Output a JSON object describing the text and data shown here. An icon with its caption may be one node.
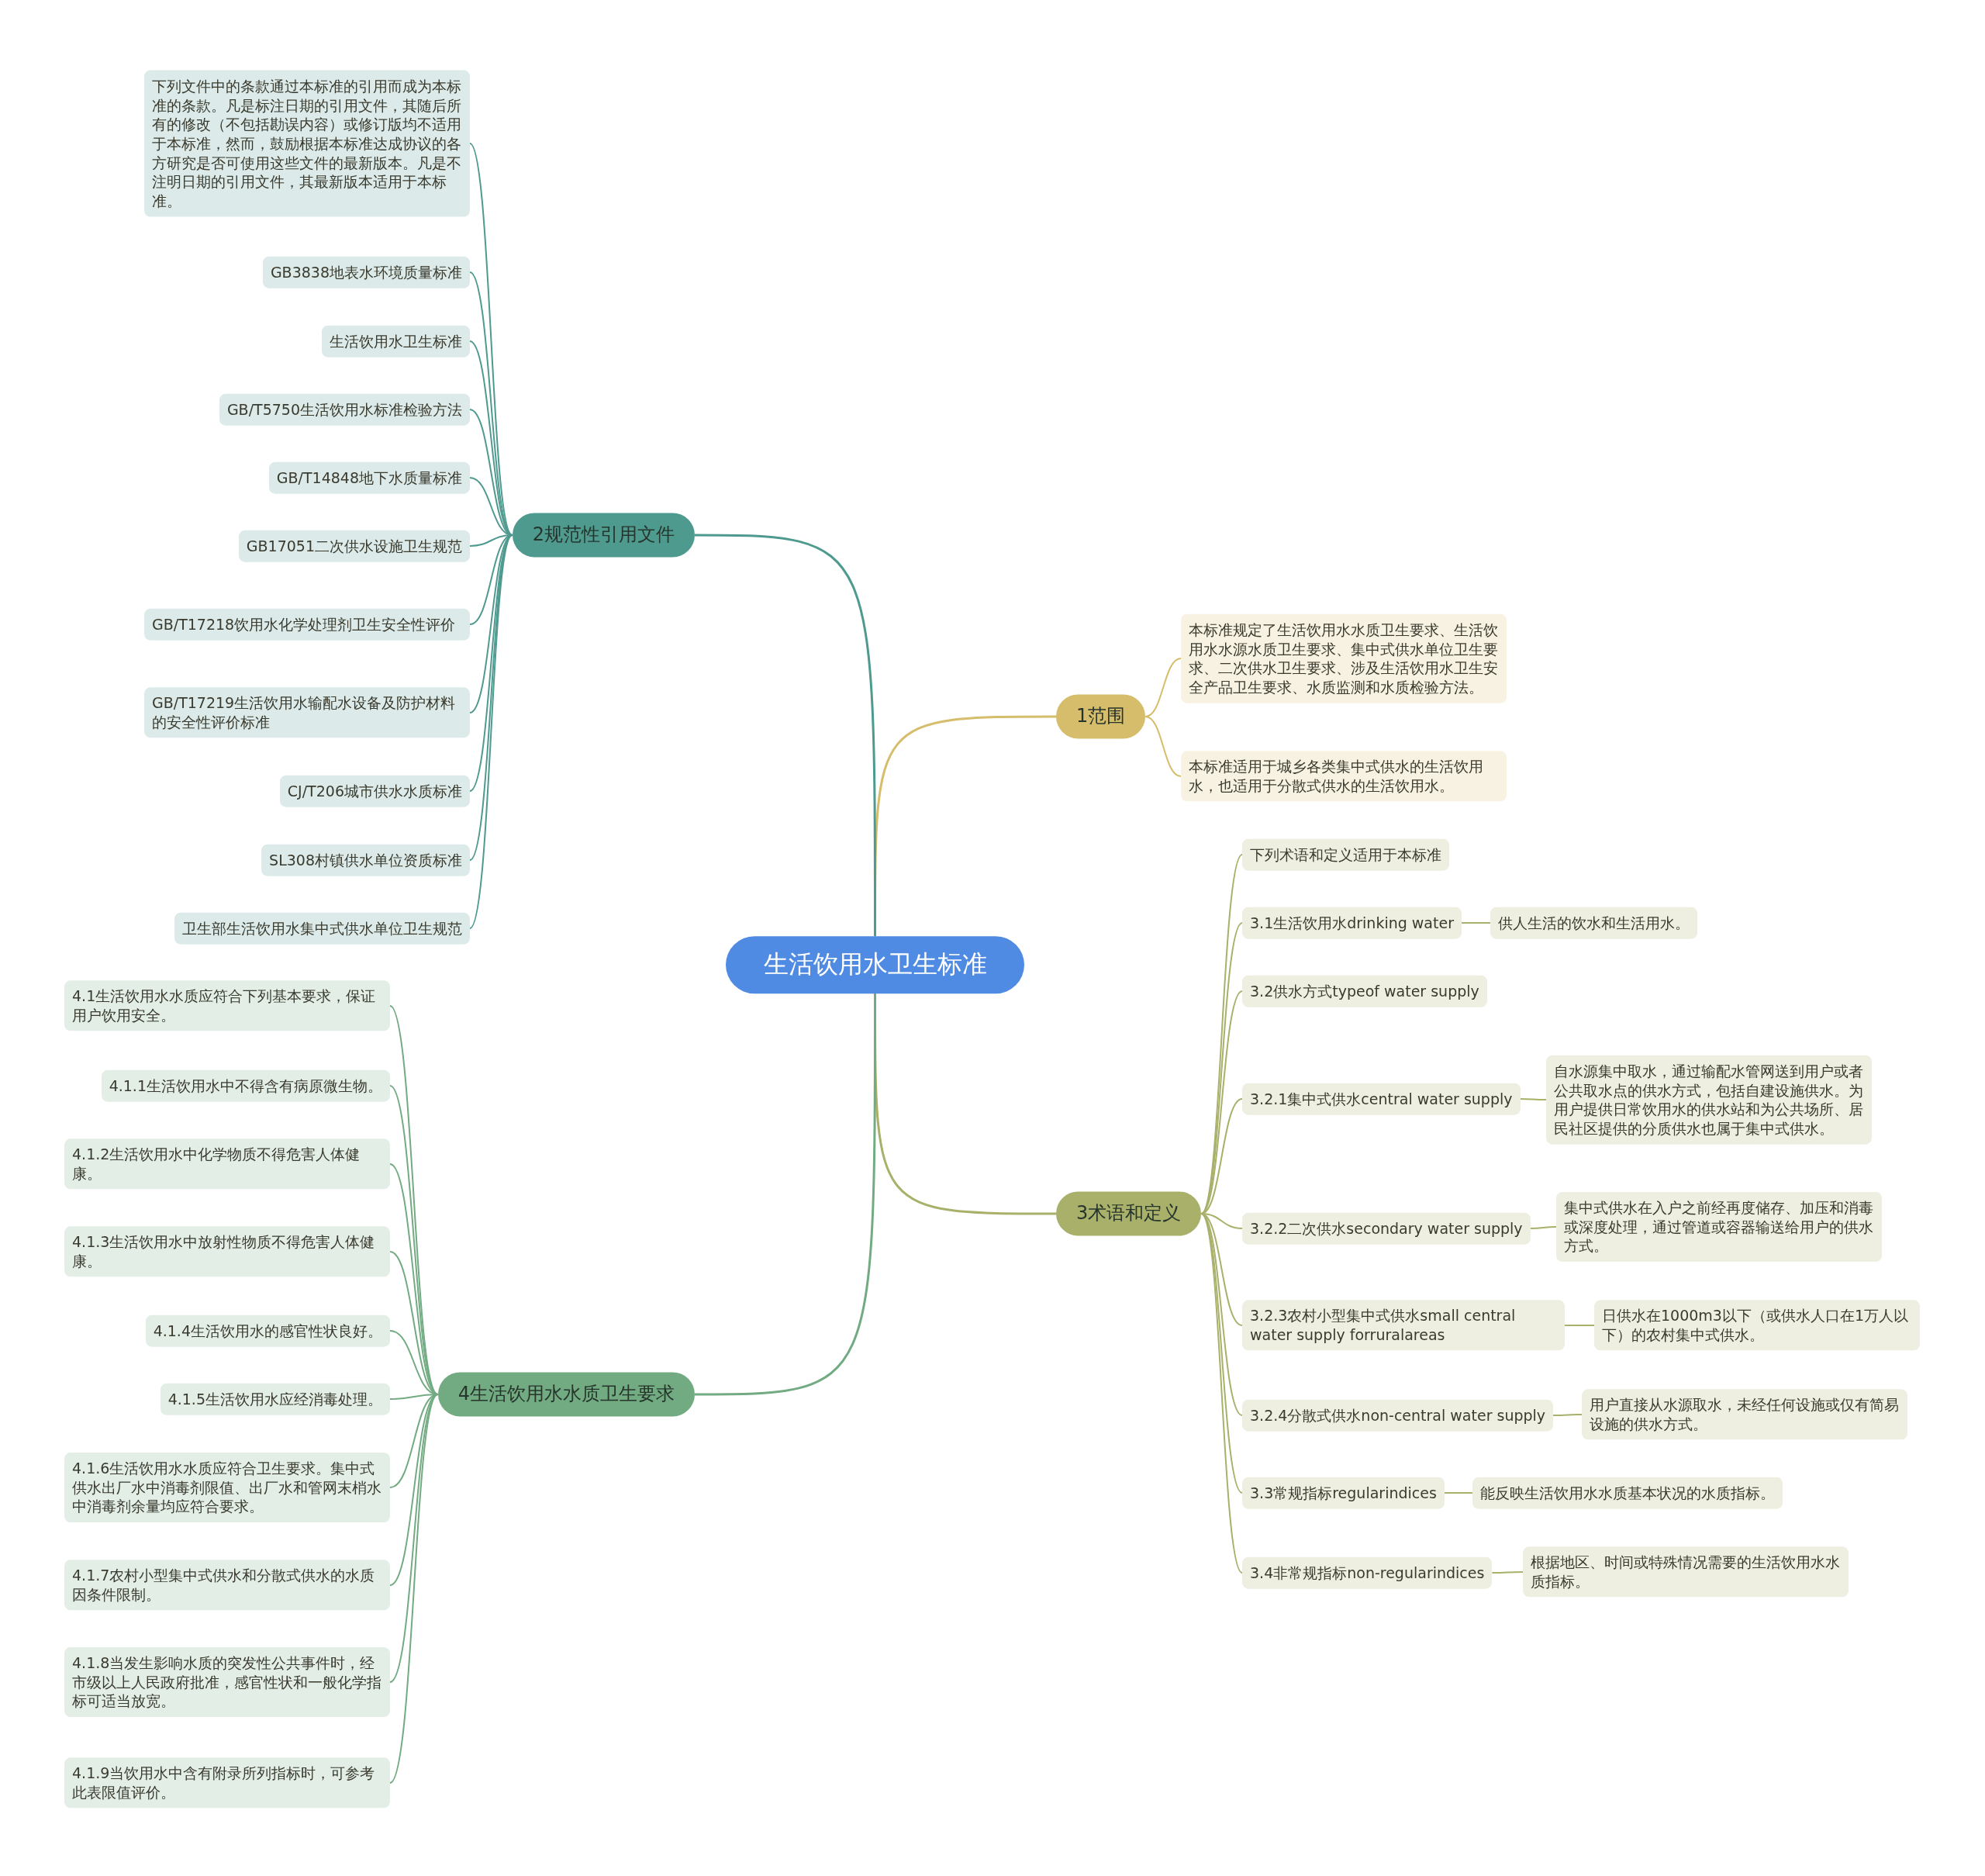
{
  "diagram": {
    "nodes": [
      {
        "text": [
          "生活饮用水卫生标准"
        ]
      },
      {
        "text": [
          "1范围"
        ]
      },
      {
        "text": [
          "本标准规定了生活饮用水水质卫生要求、生活饮用水水源水质卫生要求、集中式供水单位卫生要求、二次供水卫生要求、涉及生活饮用水卫生安全产品卫生要求、水质监测和水质检验方法。"
        ]
      },
      {
        "text": [
          "本标准适用于城乡各类集中式供水的生活饮用水，也适用于分散式供水的生活饮用水。"
        ]
      },
      {
        "text": [
          "2规范性引用文件"
        ]
      },
      {
        "text": [
          "下列文件中的条款通过本标准的引用而成为本标准的条款。凡是标注日期的引用文件，其随后所有的修改（不包括勘误内容）或修订版均不适用于本标准，然而，鼓励根据本标准达成协议的各方研究是否可使用这些文件的最新版本。凡是不注明日期的引用文件，其最新版本适用于本标准。"
        ]
      },
      {
        "text": [
          "GB3838地表水环境质量标准"
        ]
      },
      {
        "text": [
          "生活饮用水卫生标准"
        ]
      },
      {
        "text": [
          "GB/T5750生活饮用水标准检验方法"
        ]
      },
      {
        "text": [
          "GB/T14848地下水质量标准"
        ]
      },
      {
        "text": [
          "GB17051二次供水设施卫生规范"
        ]
      },
      {
        "text": [
          "GB/T17218饮用水化学处理剂卫生安全性评价"
        ]
      },
      {
        "text": [
          "GB/T17219生活饮用水输配水设备及防护材料的安全性评价标准"
        ]
      },
      {
        "text": [
          "CJ/T206城市供水水质标准"
        ]
      },
      {
        "text": [
          "SL308村镇供水单位资质标准"
        ]
      },
      {
        "text": [
          "卫生部生活饮用水集中式供水单位卫生规范"
        ]
      },
      {
        "text": [
          "3术语和定义"
        ]
      },
      {
        "text": [
          "下列术语和定义适用于本标准"
        ]
      },
      {
        "text": [
          "3.1生活饮用水drinking water"
        ]
      },
      {
        "text": [
          "供人生活的饮水和生活用水。"
        ]
      },
      {
        "text": [
          "3.2供水方式typeof water supply"
        ]
      },
      {
        "text": [
          "3.2.1集中式供水central water supply"
        ]
      },
      {
        "text": [
          "自水源集中取水，通过输配水管网送到用户或者公共取水点的供水方式，包括自建设施供水。为用户提供日常饮用水的供水站和为公共场所、居民社区提供的分质供水也属于集中式供水。"
        ]
      },
      {
        "text": [
          "3.2.2二次供水secondary water supply"
        ]
      },
      {
        "text": [
          "集中式供水在入户之前经再度储存、加压和消毒或深度处理，通过管道或容器输送给用户的供水方式。"
        ]
      },
      {
        "text": [
          "3.2.3农村小型集中式供水small central water supply forruralareas"
        ]
      },
      {
        "text": [
          "日供水在1000m3以下（或供水人口在1万人以下）的农村集中式供水。"
        ]
      },
      {
        "text": [
          "3.2.4分散式供水non-central water supply"
        ]
      },
      {
        "text": [
          "用户直接从水源取水，未经任何设施或仅有简易设施的供水方式。"
        ]
      },
      {
        "text": [
          "3.3常规指标regularindices"
        ]
      },
      {
        "text": [
          "能反映生活饮用水水质基本状况的水质指标。"
        ]
      },
      {
        "text": [
          "3.4非常规指标non-regularindices"
        ]
      },
      {
        "text": [
          "根据地区、时间或特殊情况需要的生活饮用水水质指标。"
        ]
      },
      {
        "text": [
          "4生活饮用水水质卫生要求"
        ]
      },
      {
        "text": [
          "4.1生活饮用水水质应符合下列基本要求，保证用户饮用安全。"
        ]
      },
      {
        "text": [
          "4.1.1生活饮用水中不得含有病原微生物。"
        ]
      },
      {
        "text": [
          "4.1.2生活饮用水中化学物质不得危害人体健康。"
        ]
      },
      {
        "text": [
          "4.1.3生活饮用水中放射性物质不得危害人体健康。"
        ]
      },
      {
        "text": [
          "4.1.4生活饮用水的感官性状良好。"
        ]
      },
      {
        "text": [
          "4.1.5生活饮用水应经消毒处理。"
        ]
      },
      {
        "text": [
          "4.1.6生活饮用水水质应符合卫生要求。集中式供水出厂水中消毒剂限值、出厂水和管网末梢水中消毒剂余量均应符合要求。"
        ]
      },
      {
        "text": [
          "4.1.7农村小型集中式供水和分散式供水的水质因条件限制。"
        ]
      },
      {
        "text": [
          "4.1.8当发生影响水质的突发性公共事件时，经市级以上人民政府批准，感官性状和一般化学指标可适当放宽。"
        ]
      },
      {
        "text": [
          "4.1.9当饮用水中含有附录所列指标时，可参考此表限值评价。"
        ]
      }
    ],
    "edges": [
      {
        "from": 0,
        "to": 1,
        "arrow": "none",
        "color": "#d6bd6b"
      },
      {
        "from": 1,
        "to": 2,
        "arrow": "none",
        "color": "#d6bd6b"
      },
      {
        "from": 1,
        "to": 3,
        "arrow": "none",
        "color": "#d6bd6b"
      },
      {
        "from": 0,
        "to": 4,
        "arrow": "none",
        "color": "#4f9a8f"
      },
      {
        "from": 4,
        "to": 5,
        "arrow": "none",
        "color": "#4f9a8f"
      },
      {
        "from": 4,
        "to": 6,
        "arrow": "none",
        "color": "#4f9a8f"
      },
      {
        "from": 4,
        "to": 7,
        "arrow": "none",
        "color": "#4f9a8f"
      },
      {
        "from": 4,
        "to": 8,
        "arrow": "none",
        "color": "#4f9a8f"
      },
      {
        "from": 4,
        "to": 9,
        "arrow": "none",
        "color": "#4f9a8f"
      },
      {
        "from": 4,
        "to": 10,
        "arrow": "none",
        "color": "#4f9a8f"
      },
      {
        "from": 4,
        "to": 11,
        "arrow": "none",
        "color": "#4f9a8f"
      },
      {
        "from": 4,
        "to": 12,
        "arrow": "none",
        "color": "#4f9a8f"
      },
      {
        "from": 4,
        "to": 13,
        "arrow": "none",
        "color": "#4f9a8f"
      },
      {
        "from": 4,
        "to": 14,
        "arrow": "none",
        "color": "#4f9a8f"
      },
      {
        "from": 4,
        "to": 15,
        "arrow": "none",
        "color": "#4f9a8f"
      },
      {
        "from": 0,
        "to": 16,
        "arrow": "none"
      },
      {
        "from": 16,
        "to": 17,
        "arrow": "none"
      },
      {
        "from": 16,
        "to": 18,
        "arrow": "none"
      },
      {
        "from": 18,
        "to": 19,
        "arrow": "none"
      },
      {
        "from": 16,
        "to": 20,
        "arrow": "none"
      },
      {
        "from": 16,
        "to": 21,
        "arrow": "none"
      },
      {
        "from": 21,
        "to": 22,
        "arrow": "none"
      },
      {
        "from": 16,
        "to": 23,
        "arrow": "none"
      },
      {
        "from": 23,
        "to": 24,
        "arrow": "none"
      },
      {
        "from": 16,
        "to": 25,
        "arrow": "none"
      },
      {
        "from": 25,
        "to": 26,
        "arrow": "none"
      },
      {
        "from": 16,
        "to": 27,
        "arrow": "none"
      },
      {
        "from": 27,
        "to": 28,
        "arrow": "none"
      },
      {
        "from": 16,
        "to": 29,
        "arrow": "none"
      },
      {
        "from": 29,
        "to": 30,
        "arrow": "none"
      },
      {
        "from": 16,
        "to": 31,
        "arrow": "none"
      },
      {
        "from": 31,
        "to": 32,
        "arrow": "none"
      },
      {
        "from": 0,
        "to": 33,
        "arrow": "none",
        "color": "#72ab82"
      },
      {
        "from": 33,
        "to": 34,
        "arrow": "none",
        "color": "#72ab82"
      },
      {
        "from": 33,
        "to": 35,
        "arrow": "none",
        "color": "#72ab82"
      },
      {
        "from": 33,
        "to": 36,
        "arrow": "none",
        "color": "#72ab82"
      },
      {
        "from": 33,
        "to": 37,
        "arrow": "none",
        "color": "#72ab82"
      },
      {
        "from": 33,
        "to": 38,
        "arrow": "none",
        "color": "#72ab82"
      },
      {
        "from": 33,
        "to": 39,
        "arrow": "none",
        "color": "#72ab82"
      },
      {
        "from": 33,
        "to": 40,
        "arrow": "none",
        "color": "#72ab82"
      },
      {
        "from": 33,
        "to": 41,
        "arrow": "none",
        "color": "#72ab82"
      },
      {
        "from": 33,
        "to": 42,
        "arrow": "none",
        "color": "#72ab82"
      },
      {
        "from": 33,
        "to": 43,
        "arrow": "none",
        "color": "#72ab82"
      }
    ]
  }
}
